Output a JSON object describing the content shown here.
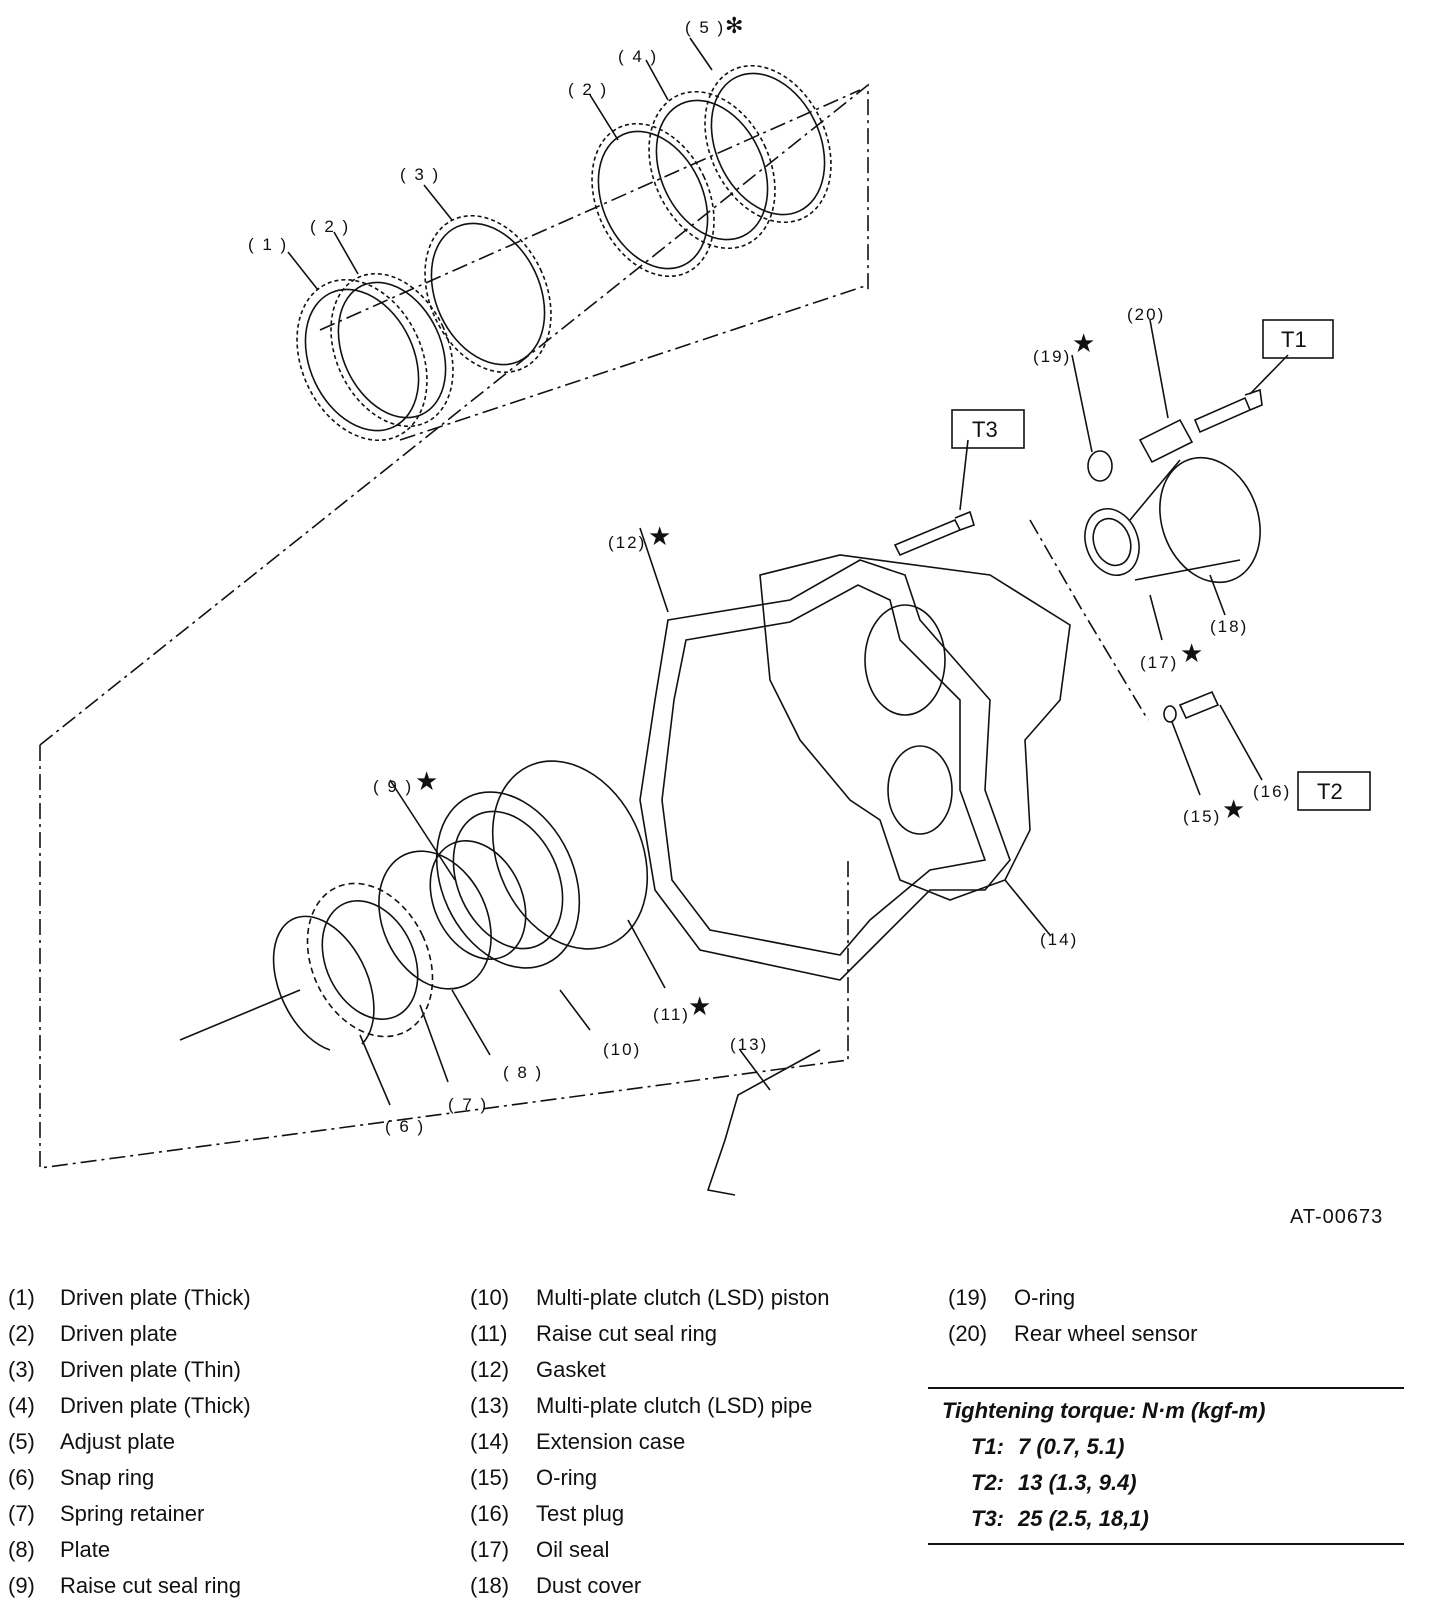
{
  "diagram": {
    "figure_code": "AT-00673",
    "callouts": {
      "c1": "( 1 )",
      "c2a": "( 2 )",
      "c2b": "( 2 )",
      "c3": "( 3 )",
      "c4": "( 4 )",
      "c5": "( 5 )",
      "c6": "( 6 )",
      "c7": "( 7 )",
      "c8": "( 8 )",
      "c9": "( 9 )",
      "c10": "(10)",
      "c11": "(11)",
      "c12": "(12)",
      "c13": "(13)",
      "c14": "(14)",
      "c15": "(15)",
      "c16": "(16)",
      "c17": "(17)",
      "c18": "(18)",
      "c19": "(19)",
      "c20": "(20)"
    },
    "torque_boxes": {
      "t1": "T1",
      "t2": "T2",
      "t3": "T3"
    },
    "symbols": {
      "star": "★",
      "asterisk": "✻"
    }
  },
  "legend": {
    "col1": [
      {
        "num": "(1)",
        "name": "Driven plate (Thick)"
      },
      {
        "num": "(2)",
        "name": "Driven plate"
      },
      {
        "num": "(3)",
        "name": "Driven plate (Thin)"
      },
      {
        "num": "(4)",
        "name": "Driven plate (Thick)"
      },
      {
        "num": "(5)",
        "name": "Adjust plate"
      },
      {
        "num": "(6)",
        "name": "Snap ring"
      },
      {
        "num": "(7)",
        "name": "Spring retainer"
      },
      {
        "num": "(8)",
        "name": "Plate"
      },
      {
        "num": "(9)",
        "name": "Raise cut seal ring"
      }
    ],
    "col2": [
      {
        "num": "(10)",
        "name": "Multi-plate clutch (LSD) piston"
      },
      {
        "num": "(11)",
        "name": "Raise cut seal ring"
      },
      {
        "num": "(12)",
        "name": "Gasket"
      },
      {
        "num": "(13)",
        "name": "Multi-plate clutch (LSD) pipe"
      },
      {
        "num": "(14)",
        "name": "Extension case"
      },
      {
        "num": "(15)",
        "name": "O-ring"
      },
      {
        "num": "(16)",
        "name": "Test plug"
      },
      {
        "num": "(17)",
        "name": "Oil seal"
      },
      {
        "num": "(18)",
        "name": "Dust cover"
      }
    ],
    "col3": [
      {
        "num": "(19)",
        "name": "O-ring"
      },
      {
        "num": "(20)",
        "name": "Rear wheel sensor"
      }
    ]
  },
  "torque": {
    "title": "Tightening torque: N·m (kgf-m)",
    "rows": [
      {
        "key": "T1:",
        "value": "7 (0.7, 5.1)"
      },
      {
        "key": "T2:",
        "value": "13 (1.3, 9.4)"
      },
      {
        "key": "T3:",
        "value": "25 (2.5, 18,1)"
      }
    ]
  }
}
